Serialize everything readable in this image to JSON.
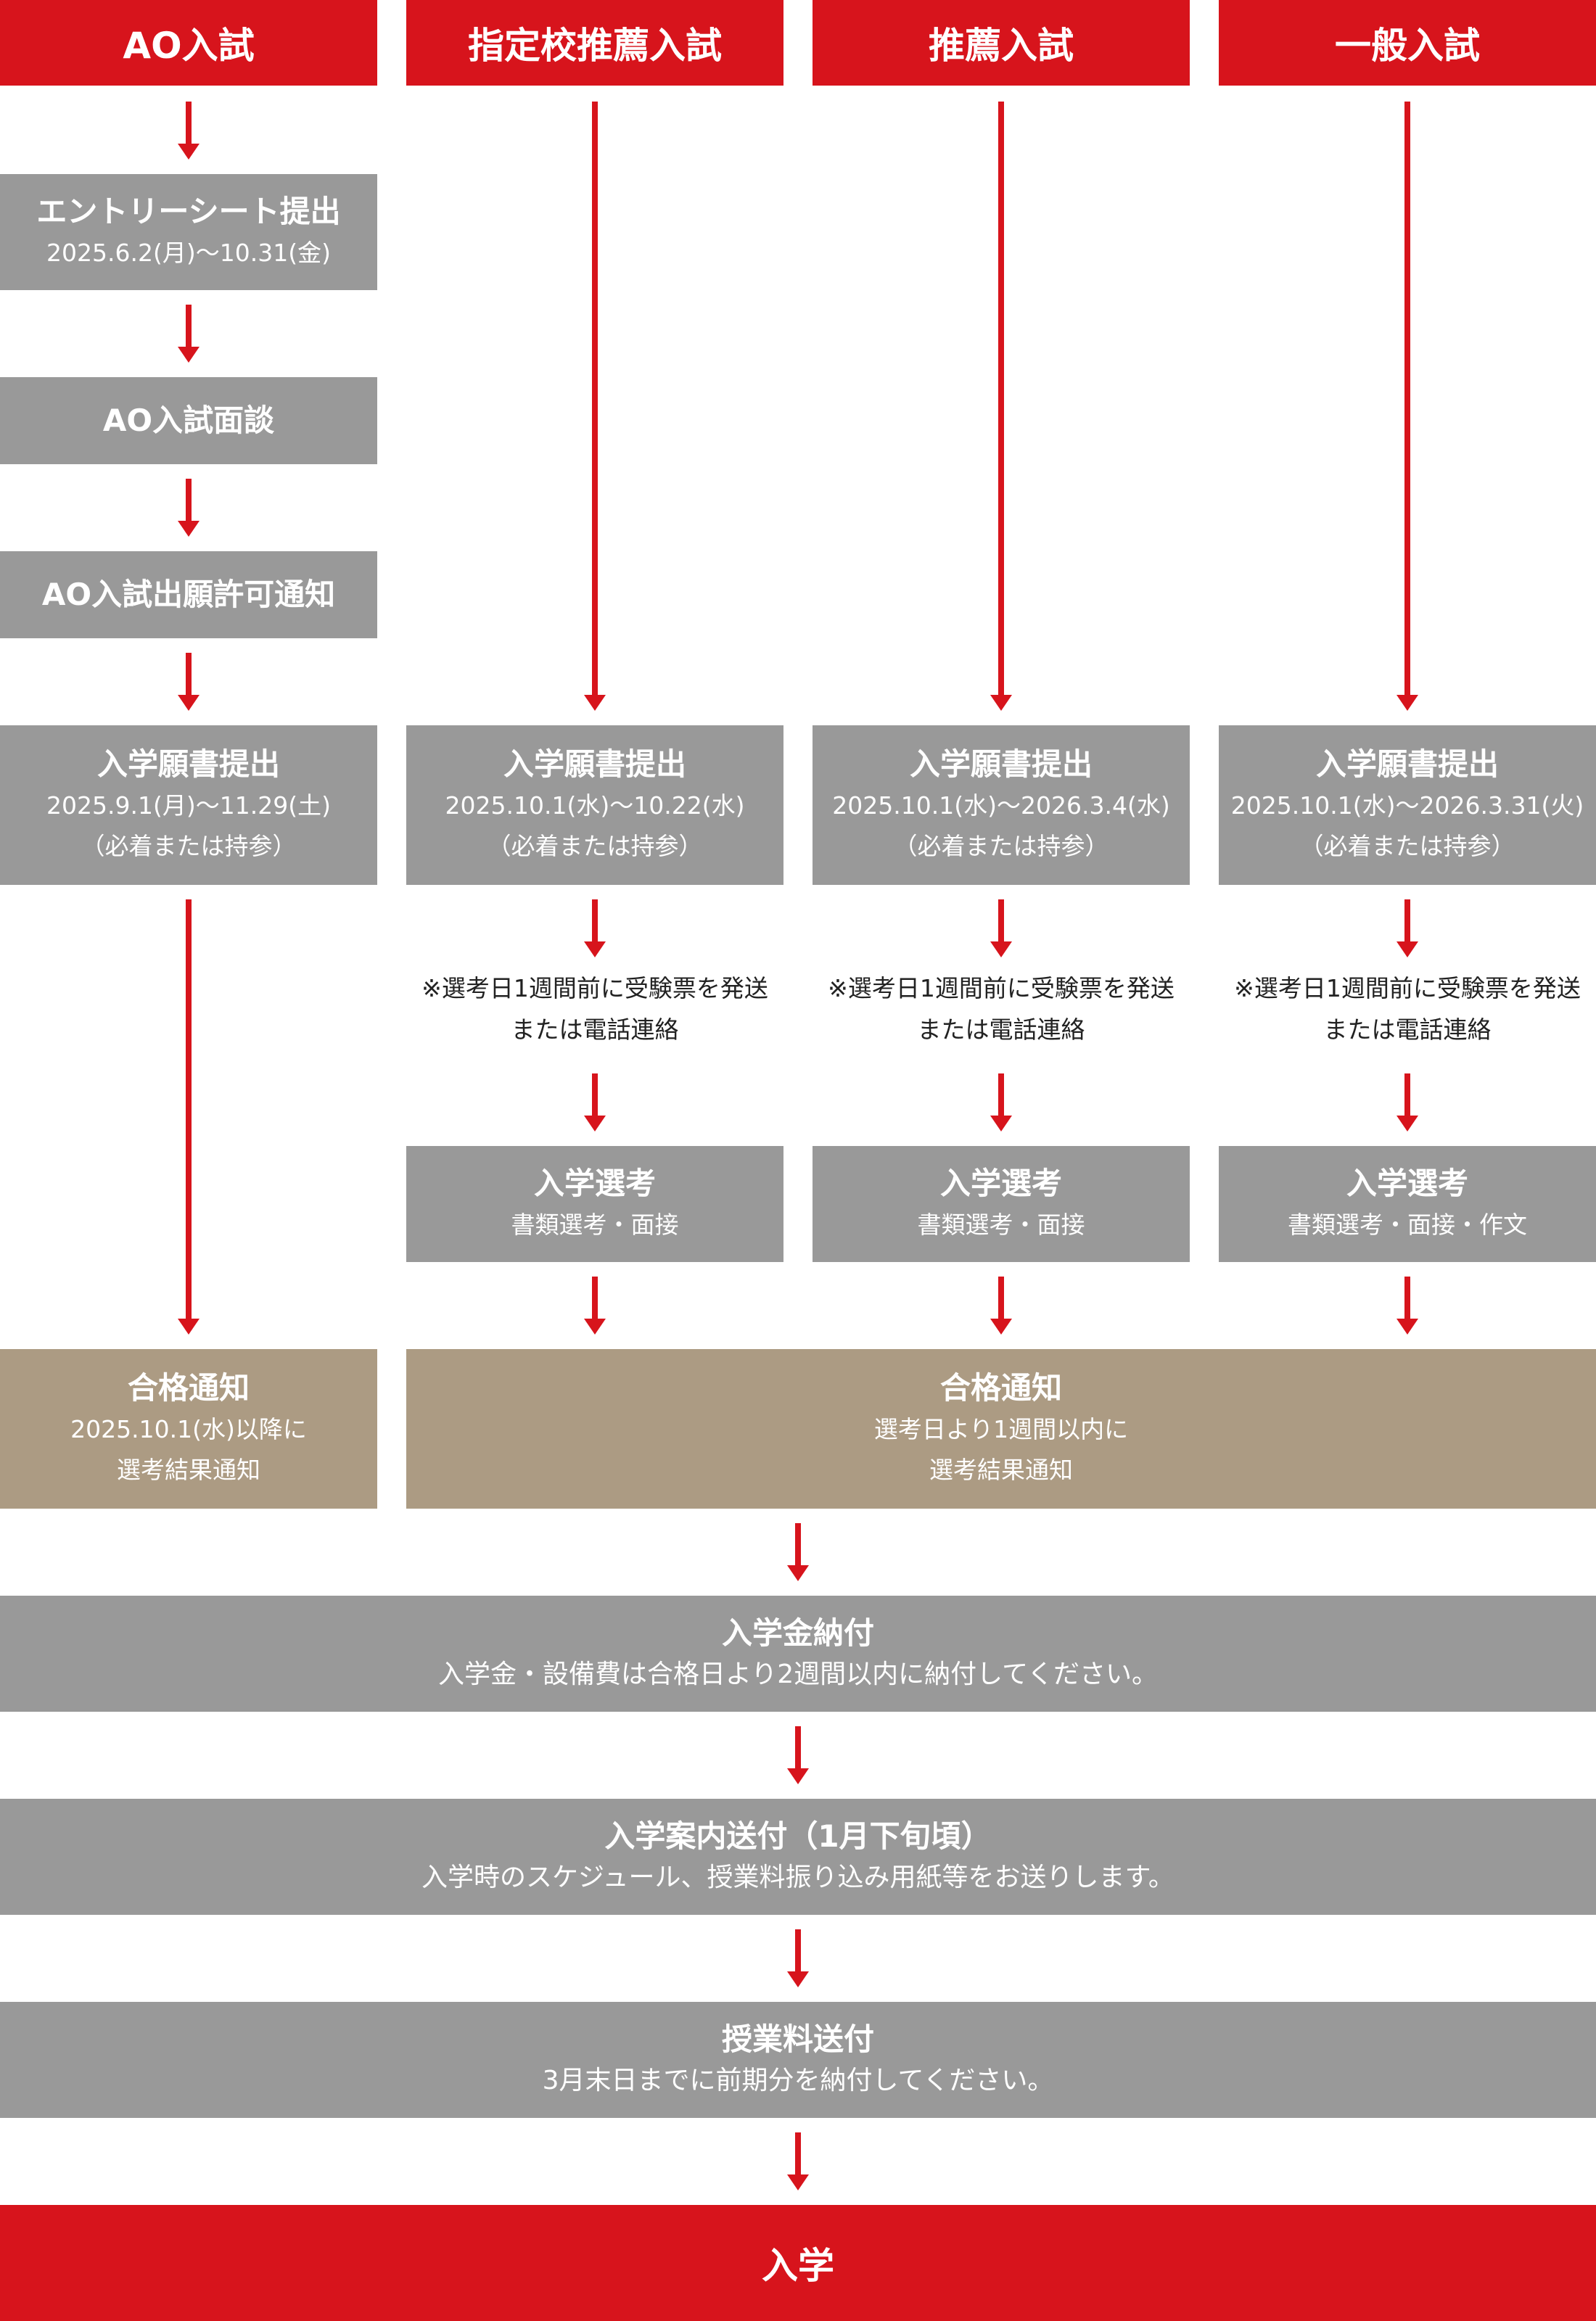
{
  "routes": {
    "ao": "AO入試",
    "shitei": "指定校推薦入試",
    "suisen": "推薦入試",
    "ippan": "一般入試"
  },
  "ao_steps": {
    "entry_title": "エントリーシート提出",
    "entry_date": "2025.6.2(月)〜10.31(金)",
    "interview_title": "AO入試面談",
    "permit_title": "AO入試出願許可通知",
    "apply_title": "入学願書提出",
    "apply_date": "2025.9.1(月)〜11.29(土)",
    "apply_note": "（必着または持参）",
    "pass_title": "合格通知",
    "pass_line1": "2025.10.1(水)以降に",
    "pass_line2": "選考結果通知"
  },
  "shitei_steps": {
    "apply_title": "入学願書提出",
    "apply_date": "2025.10.1(水)〜10.22(水)",
    "apply_note": "（必着または持参）",
    "notice_line1": "※選考日1週間前に受験票を発送",
    "notice_line2": "または電話連絡",
    "exam_title": "入学選考",
    "exam_detail": "書類選考・面接"
  },
  "suisen_steps": {
    "apply_title": "入学願書提出",
    "apply_date": "2025.10.1(水)〜2026.3.4(水)",
    "apply_note": "（必着または持参）",
    "notice_line1": "※選考日1週間前に受験票を発送",
    "notice_line2": "または電話連絡",
    "exam_title": "入学選考",
    "exam_detail": "書類選考・面接"
  },
  "ippan_steps": {
    "apply_title": "入学願書提出",
    "apply_date": "2025.10.1(水)〜2026.3.31(火)",
    "apply_note": "（必着または持参）",
    "notice_line1": "※選考日1週間前に受験票を発送",
    "notice_line2": "または電話連絡",
    "exam_title": "入学選考",
    "exam_detail": "書類選考・面接・作文"
  },
  "common_pass": {
    "title": "合格通知",
    "line1": "選考日より1週間以内に",
    "line2": "選考結果通知"
  },
  "final_steps": {
    "fee_title": "入学金納付",
    "fee_detail": "入学金・設備費は合格日より2週間以内に納付してください。",
    "guide_title": "入学案内送付（1月下旬頃）",
    "guide_detail": "入学時のスケジュール、授業料振り込み用紙等をお送りします。",
    "tuition_title": "授業料送付",
    "tuition_detail": "3月末日までに前期分を納付してください。",
    "enroll_title": "入学"
  },
  "colors": {
    "header_red": "#d7141c",
    "step_gray": "#999999",
    "pass_tan": "#ac9b83",
    "arrow_red": "#d7141c"
  }
}
